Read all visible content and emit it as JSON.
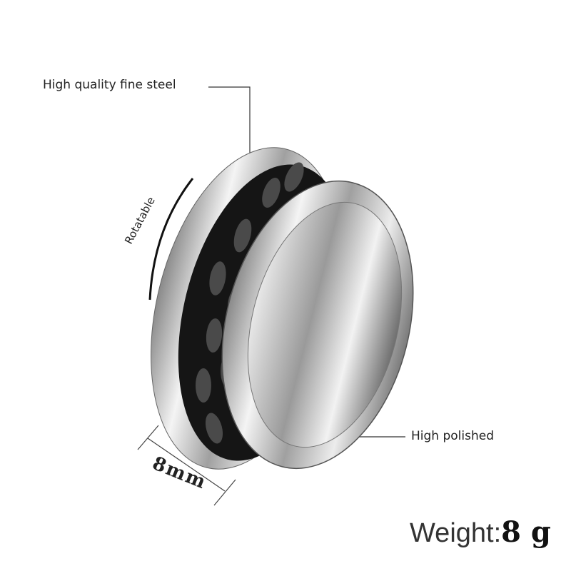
{
  "labels": {
    "material": "High quality fine steel",
    "rotatable": "Rotatable",
    "finish": "High polished",
    "width": "8mm",
    "weight_label": "Weight:",
    "weight_value": "8 g"
  },
  "colors": {
    "steel": "#c8c8c8",
    "chain": "#1a1a1a",
    "line": "#333333"
  }
}
